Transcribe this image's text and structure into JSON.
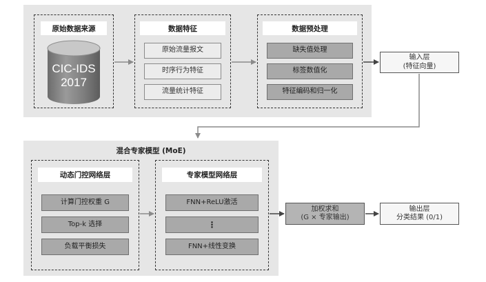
{
  "data_source": {
    "title": "原始数据来源",
    "dataset_line1": "CIC-IDS",
    "dataset_line2": "2017"
  },
  "features": {
    "title": "数据特征",
    "items": [
      "原始流量报文",
      "时序行为特征",
      "流量统计特征"
    ]
  },
  "preprocess": {
    "title": "数据预处理",
    "items": [
      "缺失值处理",
      "标签数值化",
      "特征编码和归一化"
    ]
  },
  "input_layer": {
    "line1": "输入层",
    "line2": "(特征向量)"
  },
  "moe": {
    "title": "混合专家模型 (MoE)",
    "gating": {
      "title": "动态门控网络层",
      "items": [
        "计算门控权重 G",
        "Top-k 选择",
        "负载平衡损失"
      ]
    },
    "experts": {
      "title": "专家模型网络层",
      "items": [
        "FNN+ReLU激活",
        "⋮",
        "FNN+线性变换"
      ]
    }
  },
  "weighted_sum": {
    "line1": "加权求和",
    "line2": "(G × 专家输出)"
  },
  "output_layer": {
    "line1": "输出层",
    "line2": "分类结果 (0/1)"
  }
}
